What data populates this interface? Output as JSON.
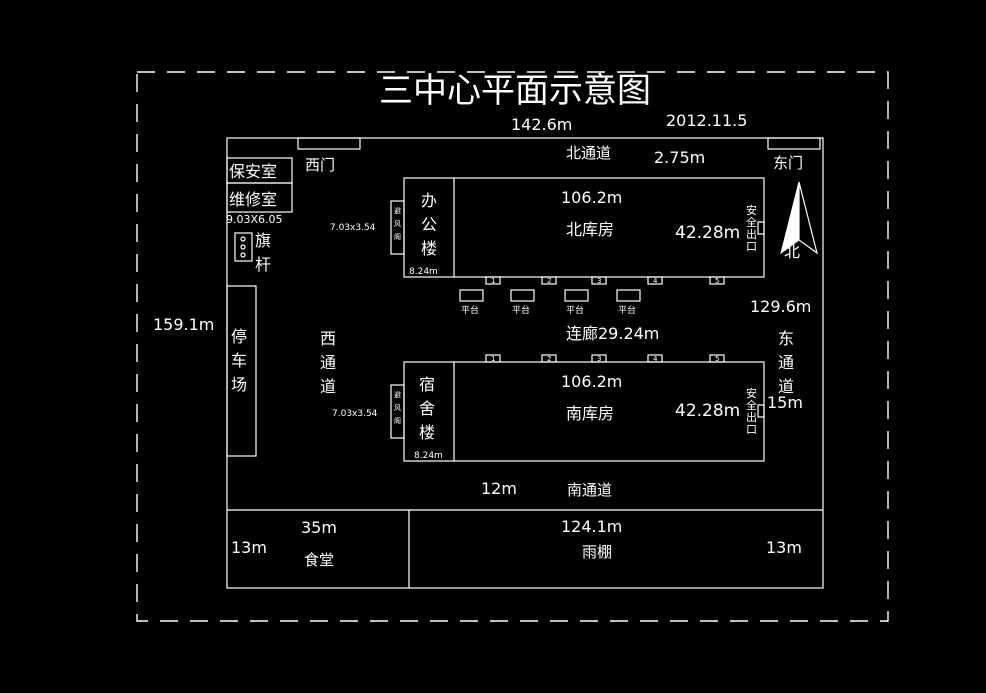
{
  "title": "三中心平面示意图",
  "date": "2012.11.5",
  "dims": {
    "top_width": "142.6m",
    "left_height": "159.1m",
    "right_height": "129.6m",
    "north_road_gap": "2.75m",
    "north_warehouse_len": "106.2m",
    "north_warehouse_depth": "42.28m",
    "south_warehouse_len": "106.2m",
    "south_warehouse_depth": "42.28m",
    "east_road_width": "15m",
    "south_road_width": "12m",
    "canteen_len": "35m",
    "canteen_depth": "13m",
    "canopy_len": "124.1m",
    "canopy_depth": "13m",
    "office_width": "8.24m",
    "dorm_width": "8.24m",
    "vest_north": "7.03x3.54",
    "vest_south": "7.03x3.54",
    "guard_size": "9.03X6.05"
  },
  "labels": {
    "west_gate": "西门",
    "east_gate": "东门",
    "north_road": "北通道",
    "south_road": "南通道",
    "west_road": [
      "西",
      "通",
      "道"
    ],
    "east_road": [
      "东",
      "通",
      "道"
    ],
    "security_room": "保安室",
    "repair_room": "维修室",
    "flagpole": [
      "旗",
      "杆"
    ],
    "parking": [
      "停",
      "车",
      "场"
    ],
    "office": [
      "办",
      "公",
      "楼"
    ],
    "dorm": [
      "宿",
      "舍",
      "楼"
    ],
    "vestibule": [
      "避",
      "风",
      "阁"
    ],
    "north_warehouse": "北库房",
    "south_warehouse": "南库房",
    "exit": [
      "安",
      "全",
      "出",
      "口"
    ],
    "corridor": "连廊29.24m",
    "platform": "平台",
    "canteen": "食堂",
    "canopy": "雨棚",
    "north": "北"
  },
  "door_numbers_north": [
    "1",
    "2",
    "3",
    "4",
    "5"
  ],
  "door_numbers_south": [
    "1",
    "2",
    "3",
    "4",
    "5"
  ],
  "colors": {
    "background": "#000000",
    "line": "#ffffff"
  }
}
